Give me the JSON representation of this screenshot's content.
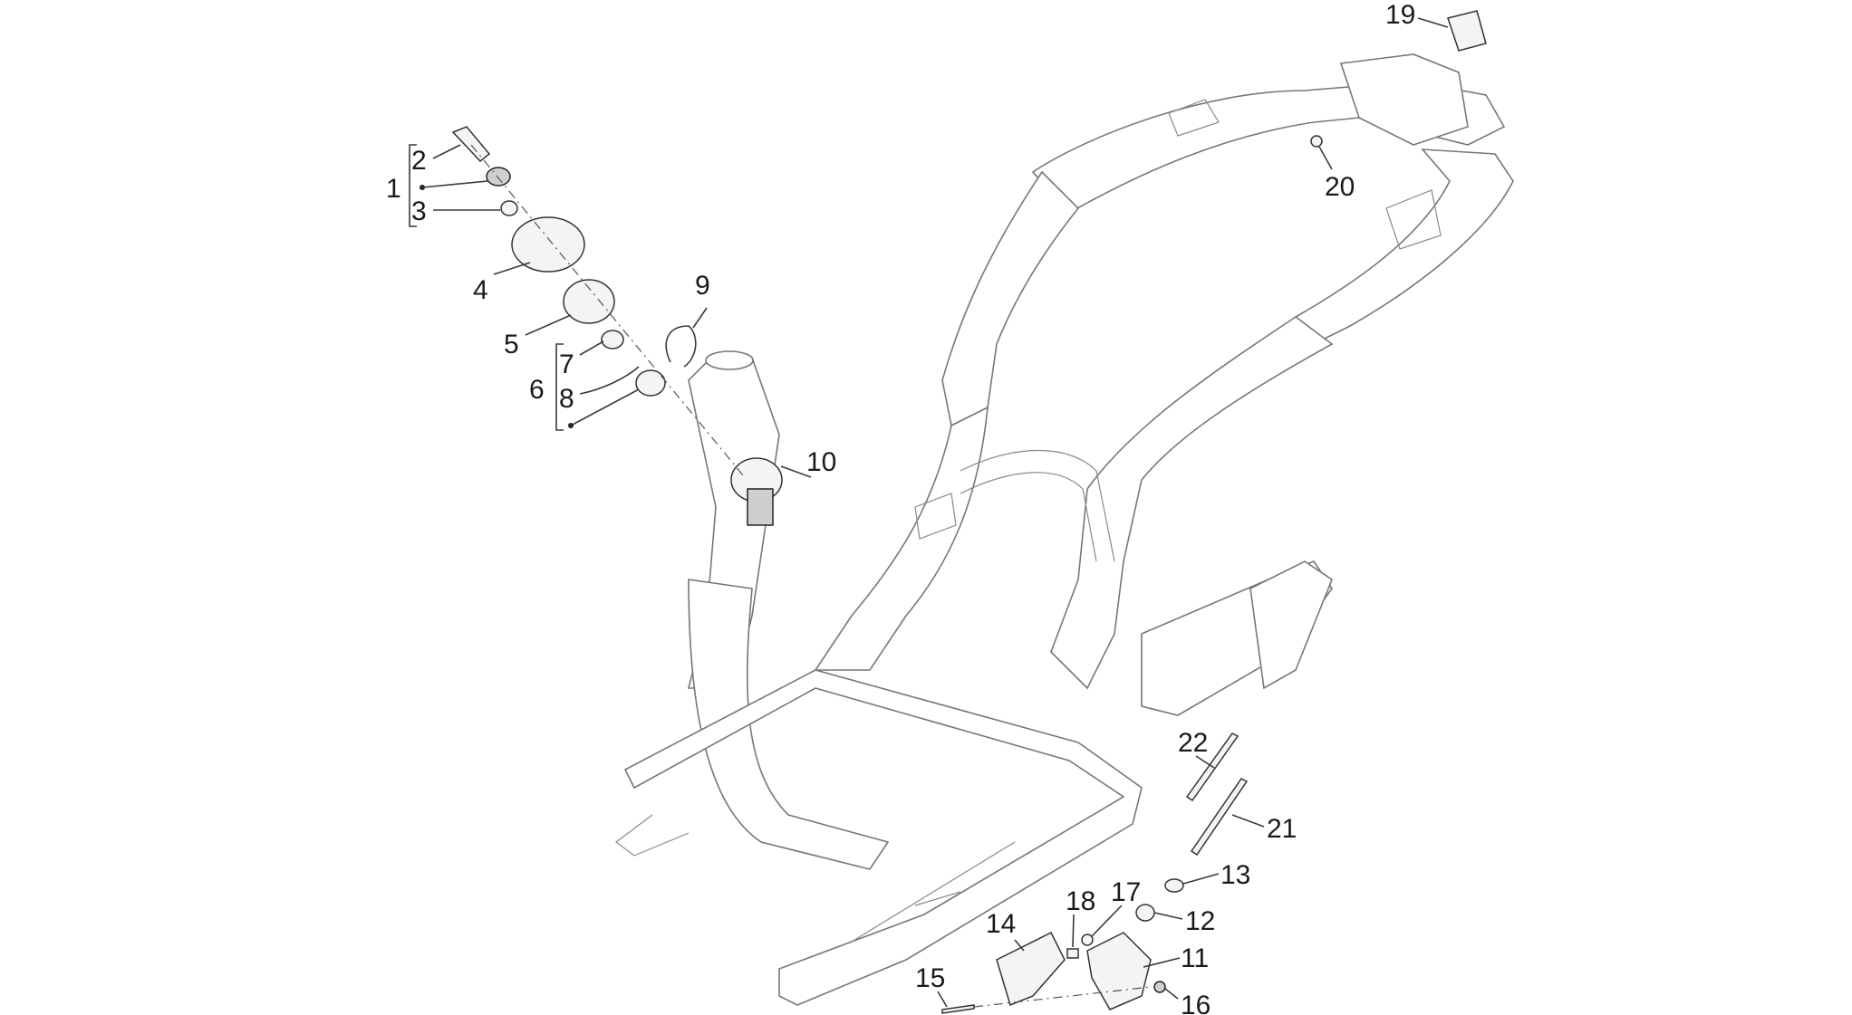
{
  "parts": [
    {
      "id": "1",
      "label": "1"
    },
    {
      "id": "2",
      "label": "2"
    },
    {
      "id": "3",
      "label": "3"
    },
    {
      "id": "4",
      "label": "4"
    },
    {
      "id": "5",
      "label": "5"
    },
    {
      "id": "6",
      "label": "6"
    },
    {
      "id": "7",
      "label": "7"
    },
    {
      "id": "8",
      "label": "8"
    },
    {
      "id": "9",
      "label": "9"
    },
    {
      "id": "10",
      "label": "10"
    },
    {
      "id": "11",
      "label": "11"
    },
    {
      "id": "12",
      "label": "12"
    },
    {
      "id": "13",
      "label": "13"
    },
    {
      "id": "14",
      "label": "14"
    },
    {
      "id": "15",
      "label": "15"
    },
    {
      "id": "16",
      "label": "16"
    },
    {
      "id": "17",
      "label": "17"
    },
    {
      "id": "18",
      "label": "18"
    },
    {
      "id": "19",
      "label": "19"
    },
    {
      "id": "20",
      "label": "20"
    },
    {
      "id": "21",
      "label": "21"
    },
    {
      "id": "22",
      "label": "22"
    }
  ],
  "colors": {
    "ink": "#1a1a1a",
    "frame": "#777777",
    "background": "#ffffff"
  }
}
